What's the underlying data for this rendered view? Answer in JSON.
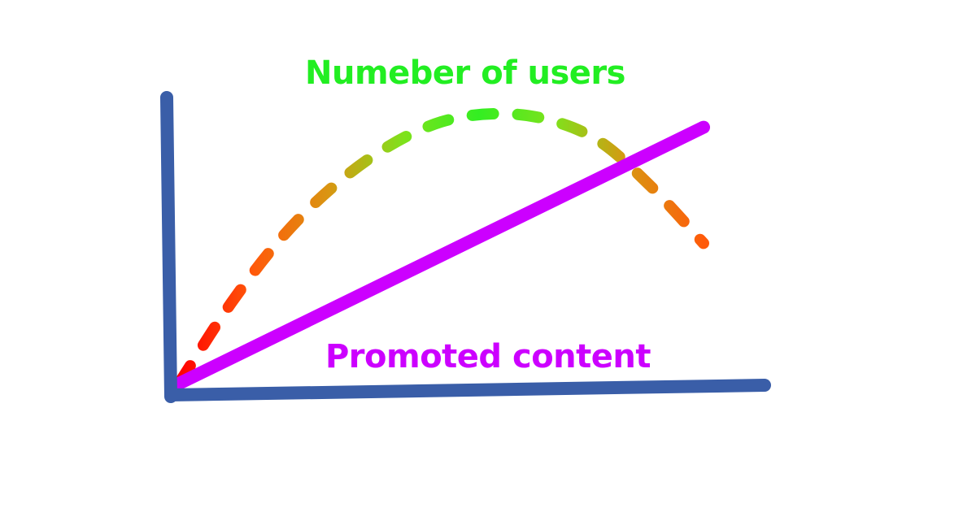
{
  "chart_data": {
    "type": "line",
    "title": "",
    "xlabel": "",
    "ylabel": "",
    "series": [
      {
        "name": "Numeber of users",
        "style": "dashed",
        "gradient": [
          "#ff0000",
          "#ff5a0a",
          "#d99612",
          "#7ee21c",
          "#33ee22",
          "#7ee21c",
          "#d99612",
          "#ff5a0a"
        ],
        "x": [
          0,
          0.1,
          0.2,
          0.3,
          0.4,
          0.5,
          0.6,
          0.7,
          0.8,
          0.9,
          1.0
        ],
        "y": [
          0,
          0.3,
          0.55,
          0.74,
          0.88,
          0.97,
          1.0,
          0.98,
          0.9,
          0.73,
          0.52
        ]
      },
      {
        "name": "Promoted content",
        "style": "solid",
        "color": "#cc00ff",
        "x": [
          0,
          1.0
        ],
        "y": [
          0,
          0.95
        ]
      }
    ],
    "axis_color": "#3a5ea8",
    "grid": false,
    "legend": "none"
  }
}
